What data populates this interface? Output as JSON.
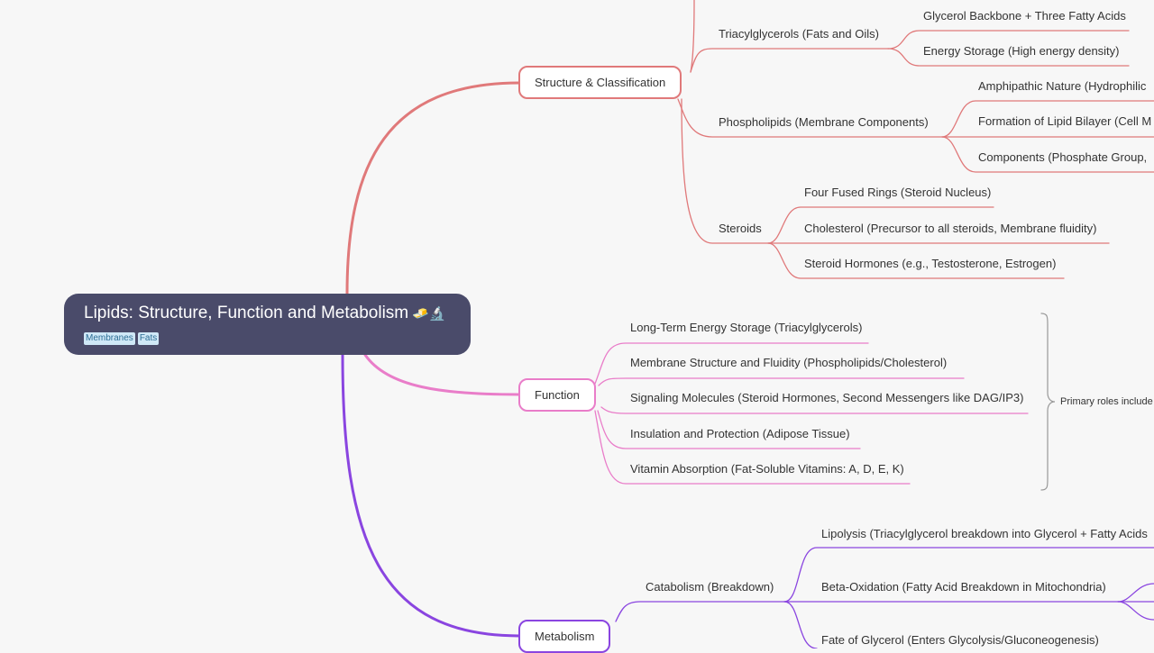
{
  "colors": {
    "structure": "#e0797a",
    "function": "#e97dc9",
    "metabolism": "#8a45e0",
    "root": "#4a4b6a"
  },
  "root": {
    "title": "Lipids: Structure, Function and Metabolism",
    "emoji": "🧈🔬",
    "tags": [
      "Membranes",
      "Fats"
    ]
  },
  "structure": {
    "label": "Structure & Classification",
    "triacylglycerols": {
      "label": "Triacylglycerols (Fats and Oils)",
      "children": [
        "Glycerol Backbone + Three Fatty Acids",
        "Energy Storage (High energy density)"
      ]
    },
    "phospholipids": {
      "label": "Phospholipids (Membrane Components)",
      "children": [
        "Amphipathic Nature (Hydrophilic",
        "Formation of Lipid Bilayer (Cell M",
        "Components (Phosphate Group,"
      ]
    },
    "steroids": {
      "label": "Steroids",
      "children": [
        "Four Fused Rings (Steroid Nucleus)",
        "Cholesterol (Precursor to all steroids, Membrane fluidity)",
        "Steroid Hormones (e.g., Testosterone, Estrogen)"
      ]
    }
  },
  "function": {
    "label": "Function",
    "children": [
      "Long-Term Energy Storage (Triacylglycerols)",
      "Membrane Structure and Fluidity (Phospholipids/Cholesterol)",
      "Signaling Molecules (Steroid Hormones, Second Messengers like DAG/IP3)",
      "Insulation and Protection (Adipose Tissue)",
      "Vitamin Absorption (Fat-Soluble Vitamins: A, D, E, K)"
    ],
    "summary": "Primary roles include"
  },
  "metabolism": {
    "label": "Metabolism",
    "catabolism": {
      "label": "Catabolism (Breakdown)",
      "children": [
        "Lipolysis (Triacylglycerol breakdown into Glycerol + Fatty Acids",
        "Beta-Oxidation (Fatty Acid Breakdown in Mitochondria)",
        "Fate of Glycerol (Enters Glycolysis/Gluconeogenesis)"
      ]
    }
  }
}
